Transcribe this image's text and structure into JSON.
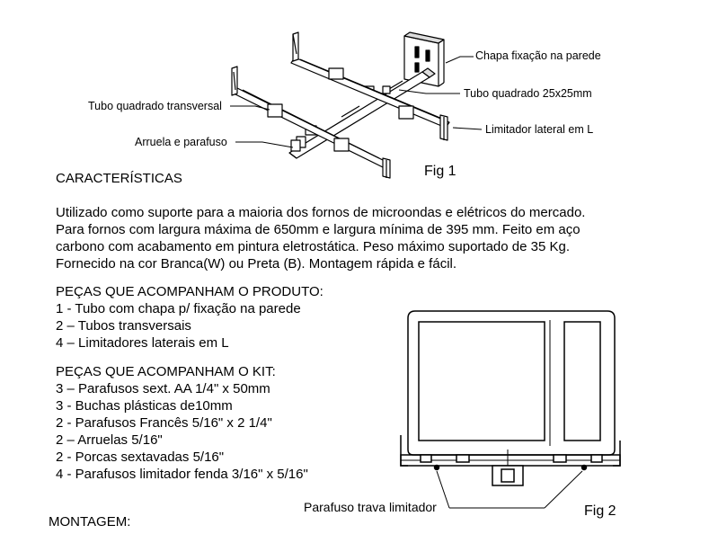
{
  "fig1": {
    "label": "Fig 1",
    "callouts": {
      "wall_plate": "Chapa fixação na parede",
      "square_tube": "Tubo quadrado 25x25mm",
      "cross_tube": "Tubo quadrado transversal",
      "lateral_limiter": "Limitador lateral em L",
      "washer_screw": "Arruela e parafuso"
    }
  },
  "characteristics": {
    "heading": "CARACTERÍSTICAS",
    "lines": [
      "Utilizado como suporte para a maioria dos fornos de microondas e elétricos do mercado.",
      "Para fornos com largura máxima de 650mm e largura mínima de 395 mm. Feito em aço",
      "carbono com acabamento em pintura eletrostática. Peso máximo suportado de 35 Kg.",
      "Fornecido na cor Branca(W) ou Preta (B). Montagem rápida e fácil."
    ]
  },
  "product_parts": {
    "heading": "PEÇAS QUE ACOMPANHAM O PRODUTO:",
    "items": [
      "1  - Tubo com chapa p/ fixação na parede",
      "2 – Tubos transversais",
      "4 – Limitadores laterais em L"
    ]
  },
  "kit_parts": {
    "heading": "PEÇAS QUE ACOMPANHAM O KIT:",
    "items": [
      "3 – Parafusos sext. AA 1/4\" x 50mm",
      "3 - Buchas plásticas de10mm",
      "2 - Parafusos Francês 5/16\" x 2 1/4\"",
      "2 – Arruelas 5/16\"",
      "2 - Porcas sextavadas 5/16\"",
      "4 - Parafusos limitador fenda 3/16\" x 5/16\""
    ]
  },
  "fig2": {
    "label": "Fig 2",
    "callout": "Parafuso trava limitador"
  },
  "assembly": {
    "heading": "MONTAGEM:"
  }
}
